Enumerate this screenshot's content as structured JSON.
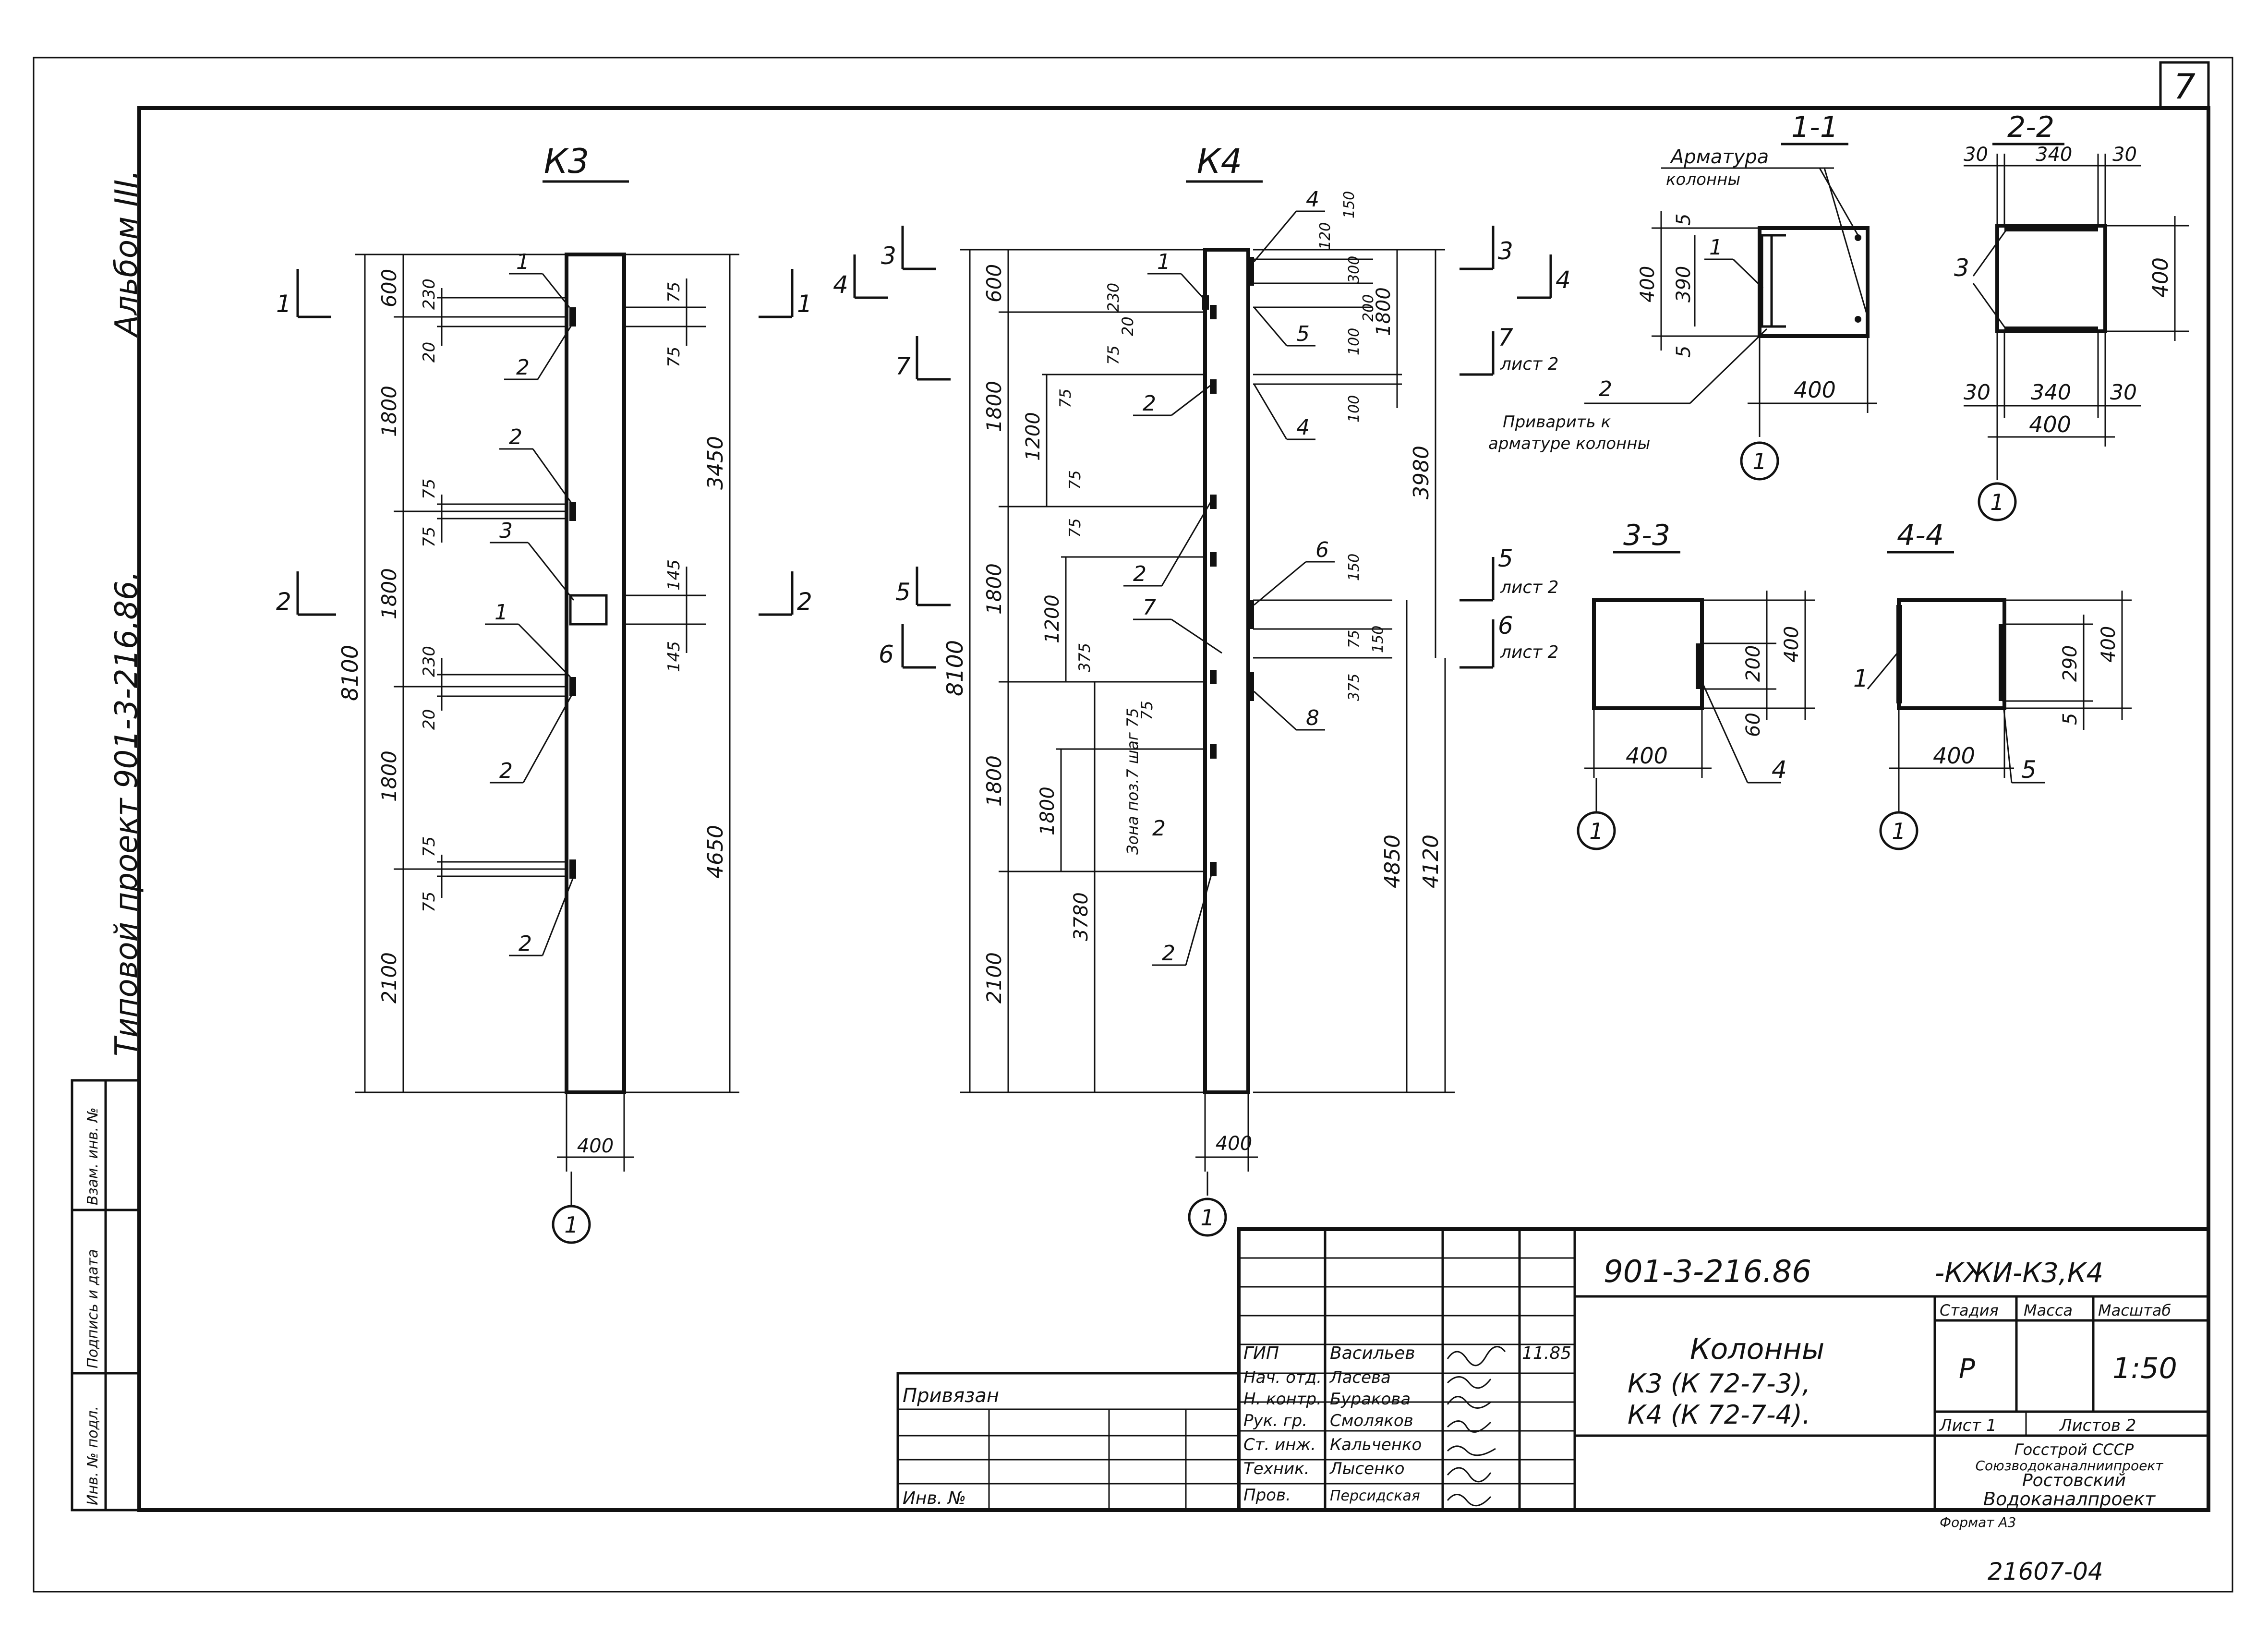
{
  "sheet_number": "7",
  "album": "Альбом III.",
  "project": "Типовой проект 901-3-216.86.",
  "left_stamp": [
    "Инв. № подл.",
    "Подпись и дата",
    "Взам. инв. №"
  ],
  "k3": {
    "title": "К3",
    "sec_1_1": "1",
    "sec_2_2": "2",
    "total": "8100",
    "seg": [
      "600",
      "1800",
      "1800",
      "1800",
      "2100"
    ],
    "left_small": [
      "230",
      "20",
      "75",
      "75",
      "230",
      "20",
      "75",
      "75"
    ],
    "right_small": [
      "75",
      "75",
      "145",
      "145"
    ],
    "right_big": [
      "3450",
      "4650"
    ],
    "width": "400",
    "leaders": [
      "1",
      "2",
      "2",
      "3",
      "1",
      "2",
      "2"
    ],
    "axis": "1"
  },
  "k4": {
    "title": "К4",
    "sec_3": "3",
    "sec_4": "4",
    "sec_7": "7",
    "sec_5": "5",
    "sec_6": "6",
    "total": "8100",
    "seg": [
      "600",
      "1800",
      "1800",
      "1800",
      "2100"
    ],
    "inner": [
      "1200",
      "1200",
      "1800",
      "3780"
    ],
    "left_small": [
      "230",
      "75",
      "20",
      "75",
      "75",
      "75",
      "375",
      "75"
    ],
    "right_small": [
      "120",
      "150",
      "300",
      "100",
      "200",
      "100",
      "150",
      "75",
      "150",
      "375"
    ],
    "right_big": [
      "1800",
      "3980",
      "4850",
      "4120"
    ],
    "width": "400",
    "zone_note": "Зона поз.7 шаг 75",
    "leaders": [
      "1",
      "2",
      "4",
      "5",
      "4",
      "2",
      "6",
      "7",
      "8",
      "2",
      "2"
    ],
    "axis": "1"
  },
  "section_marks_right": [
    {
      "num": "3",
      "note": ""
    },
    {
      "num": "4",
      "note": ""
    },
    {
      "num": "7",
      "note": "лист 2"
    },
    {
      "num": "5",
      "note": "лист 2"
    },
    {
      "num": "6",
      "note": "лист 2"
    }
  ],
  "s11": {
    "title": "1-1",
    "rebar_note1": "Арматура",
    "rebar_note2": "колонны",
    "dims": [
      "5",
      "390",
      "5",
      "400",
      "400"
    ],
    "leader1": "1",
    "leader2": "2",
    "weld_note1": "Приварить к",
    "weld_note2": "арматуре колонны",
    "axis": "1"
  },
  "s22": {
    "title": "2-2",
    "dims_top": [
      "30",
      "340",
      "30"
    ],
    "dims_bot": [
      "30",
      "340",
      "30"
    ],
    "overall": "400",
    "height": "400",
    "leader": "3",
    "axis": "1"
  },
  "s33": {
    "title": "3-3",
    "dims": [
      "200",
      "60",
      "400"
    ],
    "width": "400",
    "leader": "4",
    "axis": "1"
  },
  "s44": {
    "title": "4-4",
    "dims": [
      "290",
      "5",
      "400"
    ],
    "width": "400",
    "leader1": "1",
    "leader2": "5",
    "axis": "1"
  },
  "titleblock": {
    "code": "901-3-216.86",
    "mark": "-КЖИ-К3,К4",
    "name1": "Колонны",
    "name2": "К3 (К 72-7-3),",
    "name3": "К4 (К 72-7-4).",
    "stage_h": "Стадия",
    "mass_h": "Масса",
    "scale_h": "Масштаб",
    "stage": "Р",
    "scale": "1:50",
    "sheet": "Лист 1",
    "sheets": "Листов 2",
    "org1": "Госстрой СССР",
    "org2": "Союзводоканалниипроект",
    "org3": "Ростовский",
    "org4": "Водоканалпроект",
    "format": "Формат А3",
    "bound": "Привязан",
    "inv": "Инв. №",
    "roles": [
      "ГИП",
      "Нач. отд.",
      "Н. контр.",
      "Рук. гр.",
      "Ст. инж.",
      "Техник.",
      "Пров."
    ],
    "names": [
      "Васильев",
      "Ласева",
      "Буракова",
      "Смоляков",
      "Кальченко",
      "Лысенко",
      "Персидская"
    ],
    "date": "11.85"
  },
  "archive": "21607-04"
}
